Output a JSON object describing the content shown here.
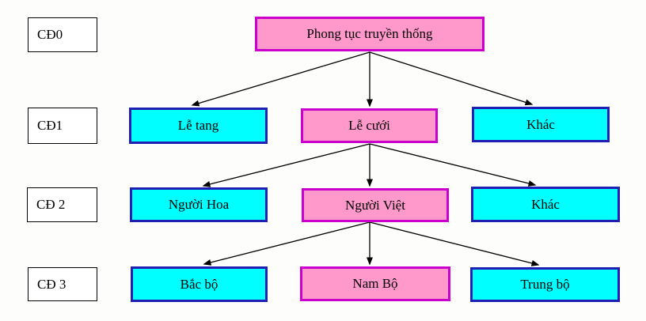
{
  "diagram": {
    "description": "Topic hierarchy tree of traditional customs",
    "colors": {
      "highlight_fill": "#FF99CC",
      "highlight_border": "#CC00CC",
      "sibling_fill": "#00FFFF",
      "sibling_border": "#1F1FB4",
      "label_border": "#000000",
      "arrow": "#000000",
      "background": "#FDFDFC"
    },
    "levels": [
      {
        "tag": "CĐ0",
        "nodes": [
          {
            "text": "Phong tục truyền thống",
            "style": "pink"
          }
        ]
      },
      {
        "tag": "CĐ1",
        "nodes": [
          {
            "text": "Lễ tang",
            "style": "cyan"
          },
          {
            "text": "Lễ cưới",
            "style": "pink"
          },
          {
            "text": "Khác",
            "style": "cyan"
          }
        ]
      },
      {
        "tag": "CĐ 2",
        "nodes": [
          {
            "text": "Người Hoa",
            "style": "cyan"
          },
          {
            "text": "Người Việt",
            "style": "pink"
          },
          {
            "text": "Khác",
            "style": "cyan"
          }
        ]
      },
      {
        "tag": "CĐ 3",
        "nodes": [
          {
            "text": "Bắc bộ",
            "style": "cyan"
          },
          {
            "text": "Nam Bộ",
            "style": "pink"
          },
          {
            "text": "Trung bộ",
            "style": "cyan"
          }
        ]
      }
    ],
    "edges": [
      {
        "from": "Phong tục truyền thống",
        "to": "Lễ tang"
      },
      {
        "from": "Phong tục truyền thống",
        "to": "Lễ cưới"
      },
      {
        "from": "Phong tục truyền thống",
        "to": "Khác (CĐ1)"
      },
      {
        "from": "Lễ cưới",
        "to": "Người Hoa"
      },
      {
        "from": "Lễ cưới",
        "to": "Người Việt"
      },
      {
        "from": "Lễ cưới",
        "to": "Khác (CĐ 2)"
      },
      {
        "from": "Người Việt",
        "to": "Bắc bộ"
      },
      {
        "from": "Người Việt",
        "to": "Nam Bộ"
      },
      {
        "from": "Người Việt",
        "to": "Trung bộ"
      }
    ]
  }
}
